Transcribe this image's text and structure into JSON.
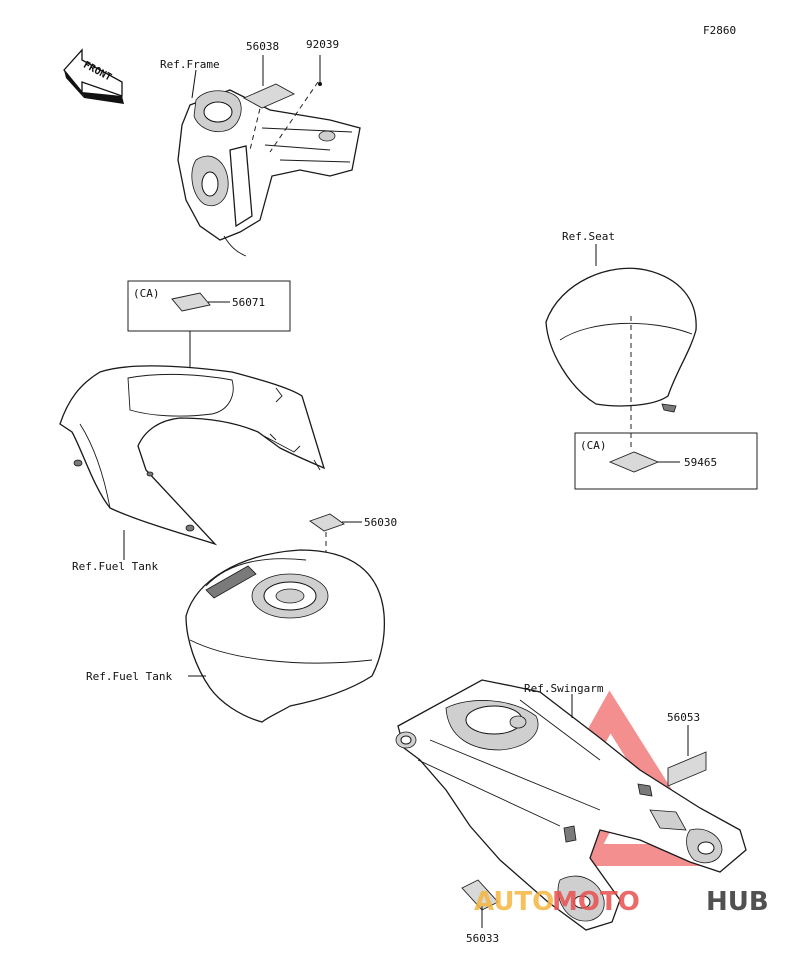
{
  "diagram": {
    "figure_code": "F2860",
    "front_arrow_text": "FRONT",
    "watermark": {
      "text_a": "AUTO",
      "text_b": "MOTO",
      "text_c": "HUB",
      "color_a": "#f5b640",
      "color_b": "#e9504f",
      "color_c": "#333333",
      "triangle_color": "#f06a6a"
    },
    "refs": {
      "frame": "Ref.Frame",
      "seat": "Ref.Seat",
      "fuel_tank_cover": "Ref.Fuel Tank",
      "fuel_tank": "Ref.Fuel Tank",
      "swingarm": "Ref.Swingarm"
    },
    "ca_boxes": [
      {
        "region": "(CA)",
        "part": "56071"
      },
      {
        "region": "(CA)",
        "part": "59465"
      }
    ],
    "parts": {
      "p56038": "56038",
      "p92039": "92039",
      "p56030": "56030",
      "p56053": "56053",
      "p56033": "56033"
    }
  }
}
